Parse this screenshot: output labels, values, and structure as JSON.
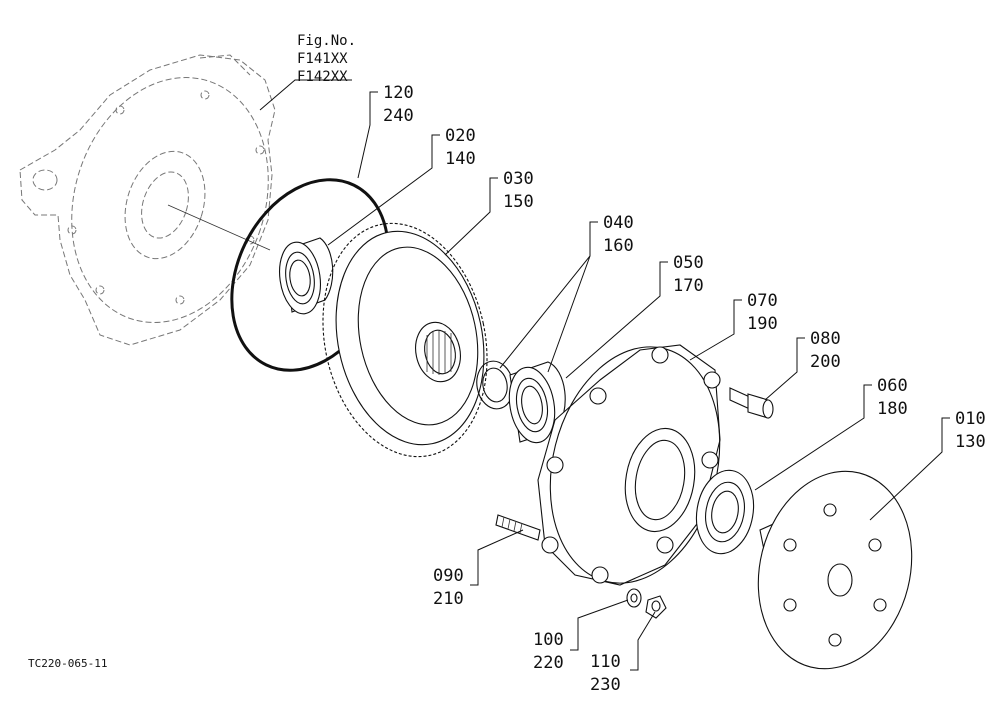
{
  "figure": {
    "title": "Fig.No.",
    "numbers": [
      "F141XX",
      "F142XX"
    ],
    "drawing_code": "TC220-065-11"
  },
  "callouts": [
    {
      "a": "120",
      "b": "240"
    },
    {
      "a": "020",
      "b": "140"
    },
    {
      "a": "030",
      "b": "150"
    },
    {
      "a": "040",
      "b": "160"
    },
    {
      "a": "050",
      "b": "170"
    },
    {
      "a": "070",
      "b": "190"
    },
    {
      "a": "080",
      "b": "200"
    },
    {
      "a": "060",
      "b": "180"
    },
    {
      "a": "010",
      "b": "130"
    },
    {
      "a": "090",
      "b": "210"
    },
    {
      "a": "100",
      "b": "220"
    },
    {
      "a": "110",
      "b": "230"
    }
  ]
}
